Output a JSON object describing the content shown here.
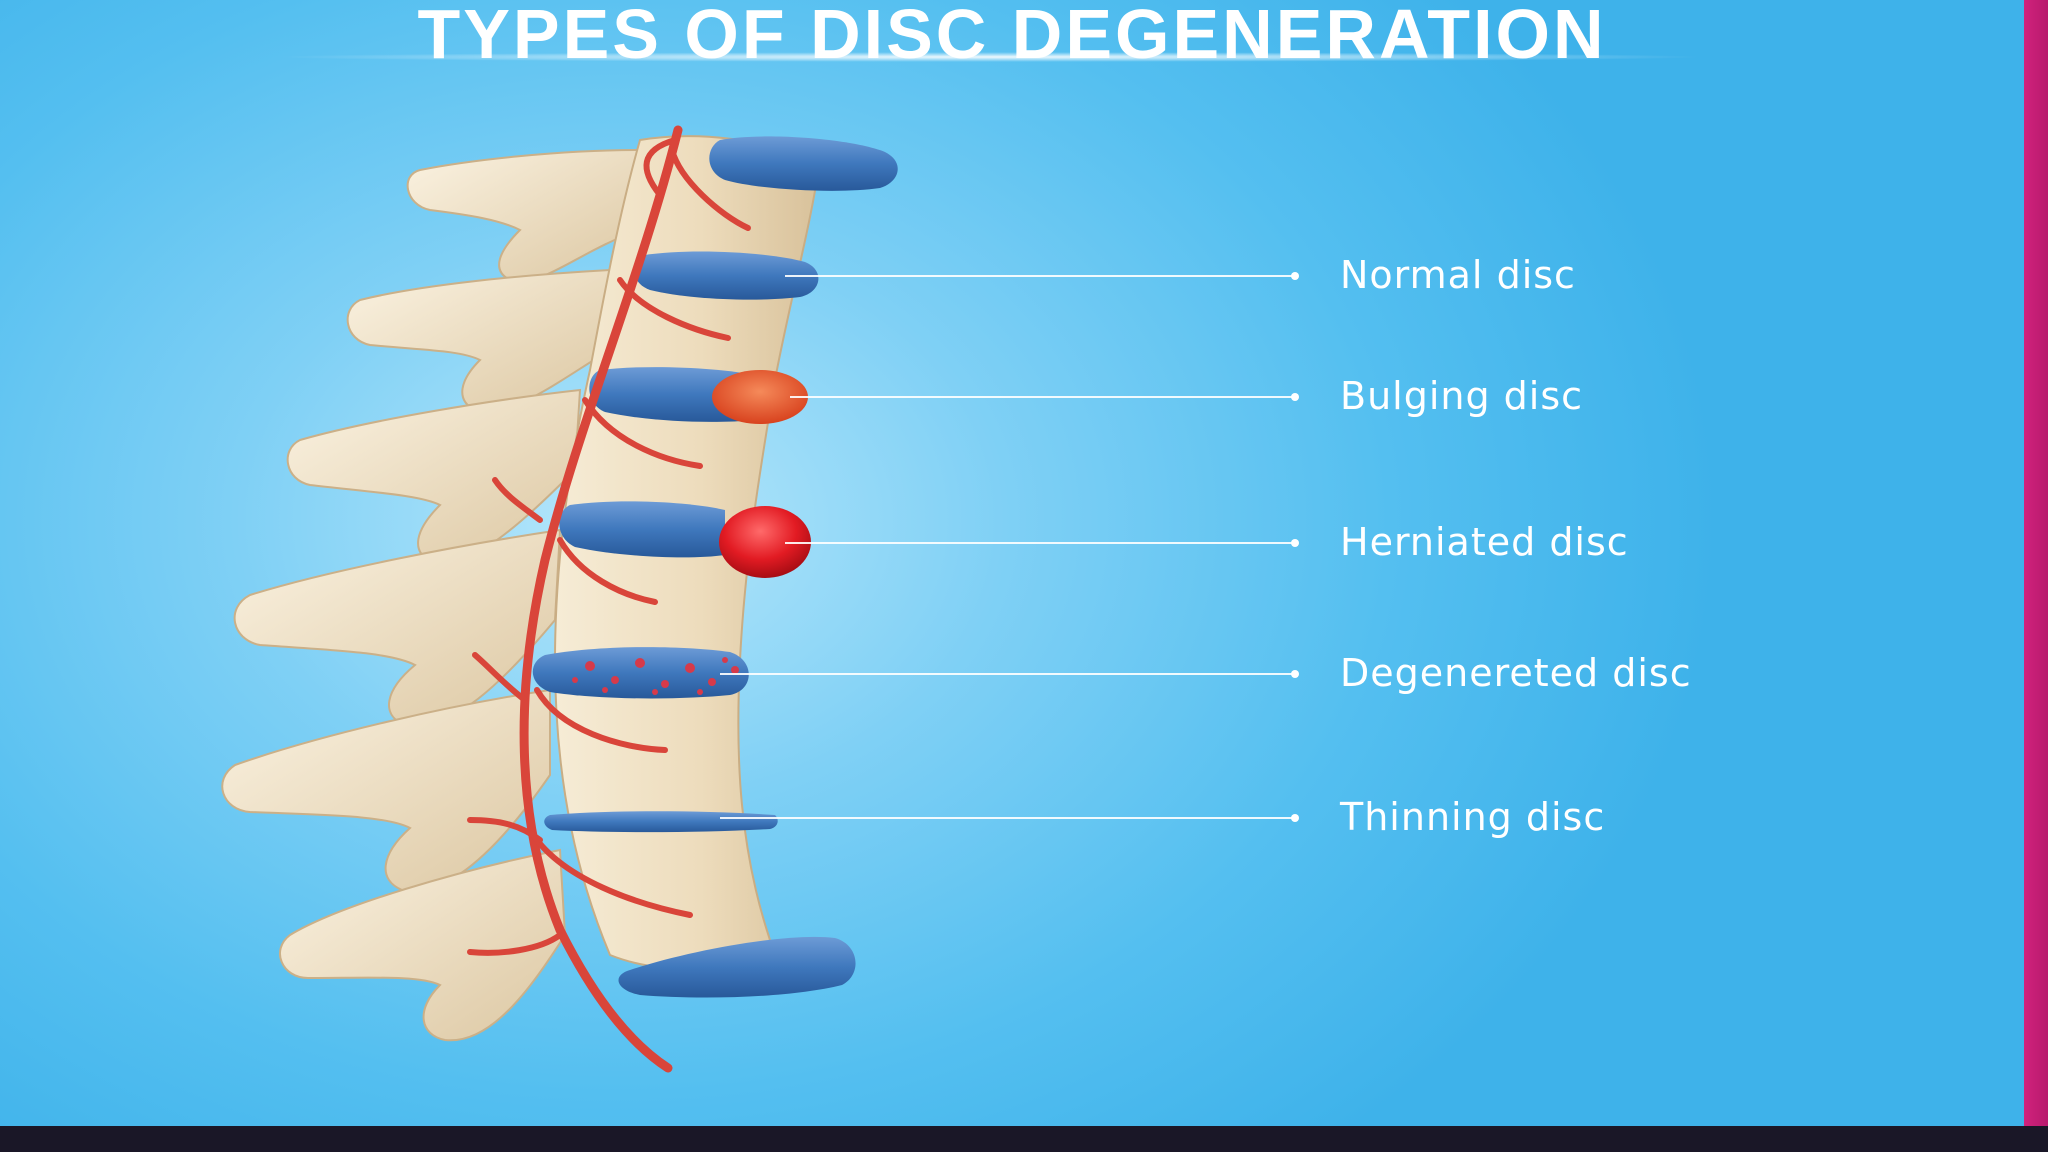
{
  "title": "TYPES OF DISC DEGENERATION",
  "labels": [
    {
      "text": "Normal disc"
    },
    {
      "text": "Bulging disc"
    },
    {
      "text": "Herniated disc"
    },
    {
      "text": "Degenereted disc"
    },
    {
      "text": "Thinning disc"
    }
  ],
  "colors": {
    "background": "#54bff0",
    "bone": "#efe1c4",
    "disc": "#3f78bd",
    "artery": "#d9453a",
    "bulge": "#ee5a2c",
    "hernia": "#e21b23",
    "side_bar": "#d0227c",
    "bottom_bar": "#1a1727"
  }
}
